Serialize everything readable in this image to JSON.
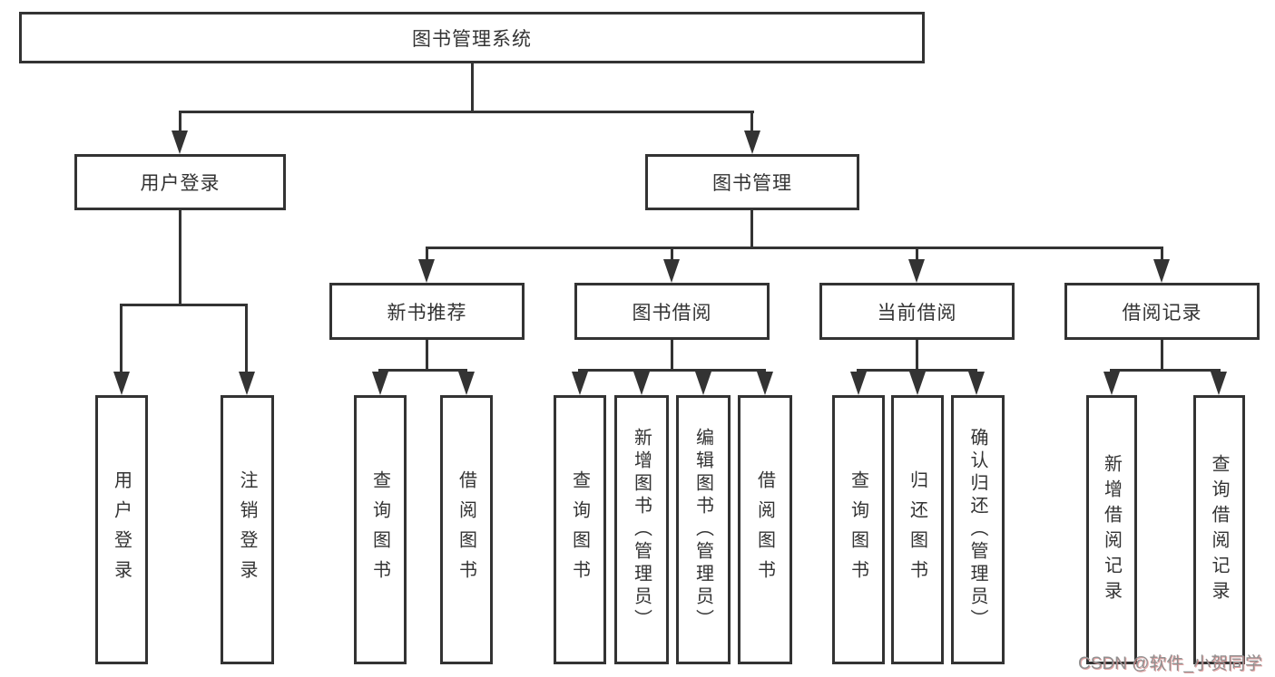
{
  "colors": {
    "line": "#333333",
    "text": "#333333",
    "watermark_gray": "#909090",
    "watermark_shadow_red": "#d98585"
  },
  "diagram": {
    "root": {
      "label": "图书管理系统"
    },
    "level2": [
      {
        "label": "用户登录"
      },
      {
        "label": "图书管理"
      }
    ],
    "level3": [
      {
        "label": "新书推荐"
      },
      {
        "label": "图书借阅"
      },
      {
        "label": "当前借阅"
      },
      {
        "label": "借阅记录"
      }
    ],
    "leaves": [
      {
        "label": "用户登录"
      },
      {
        "label": "注销登录"
      },
      {
        "label": "查询图书"
      },
      {
        "label": "借阅图书"
      },
      {
        "label": "查询图书"
      },
      {
        "label": "新增图书（管理员）"
      },
      {
        "label": "编辑图书（管理员）"
      },
      {
        "label": "借阅图书"
      },
      {
        "label": "查询图书"
      },
      {
        "label": "归还图书"
      },
      {
        "label": "确认归还（管理员）"
      },
      {
        "label": "新增借阅记录"
      },
      {
        "label": "查询借阅记录"
      }
    ]
  },
  "watermark": {
    "text": "CSDN @软件_小贺同学"
  }
}
